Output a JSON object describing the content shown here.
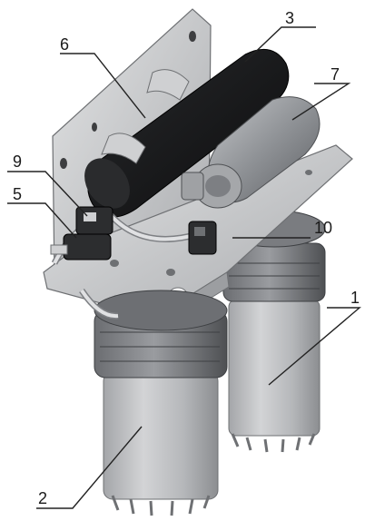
{
  "callouts": [
    {
      "id": "1",
      "text": "1"
    },
    {
      "id": "2",
      "text": "2"
    },
    {
      "id": "3",
      "text": "3"
    },
    {
      "id": "5",
      "text": "5"
    },
    {
      "id": "6",
      "text": "6"
    },
    {
      "id": "7",
      "text": "7"
    },
    {
      "id": "9",
      "text": "9"
    },
    {
      "id": "10",
      "text": "10"
    }
  ],
  "colors": {
    "tank": "#1c1c1e",
    "pump": "#8f9296",
    "housing": "#b9bbbe",
    "housing_ring": "#5a5c60",
    "bracket": "#c9cacc",
    "tube": "#d8d9db"
  }
}
